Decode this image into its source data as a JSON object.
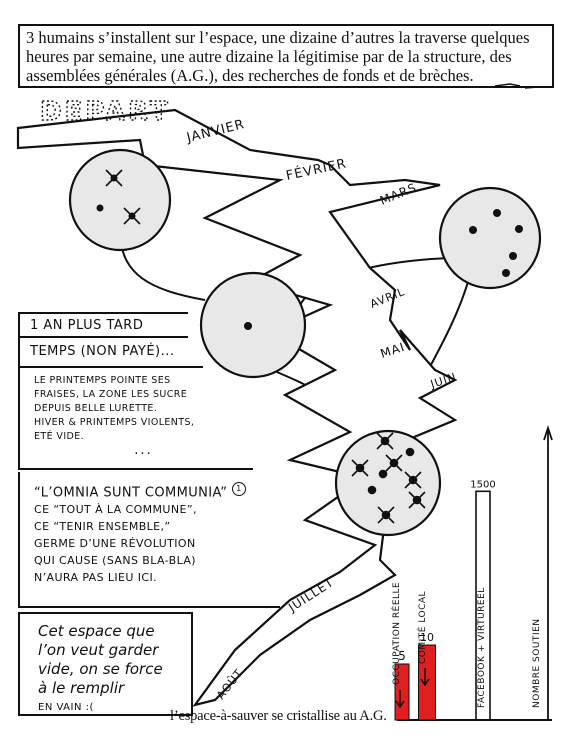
{
  "intro": {
    "line1": "3 humains s’installent sur l’espace, une dizaine d’autres la traverse quelques",
    "line2": "heures par semaine, une autre dizaine la légitimise par de la structure, des",
    "line3": "assemblées générales (A.G.), des recherches de fonds et de brèches."
  },
  "depart": "DEPART",
  "months": [
    "JANVIER",
    "FÉVRIER",
    "MARS",
    "AVRIL",
    "MAI",
    "JUIN",
    "JUILLET",
    "AOÛT"
  ],
  "boxes": {
    "one_year": "1 AN PLUS TARD",
    "time": "TEMPS (NON PAYÉ)...",
    "spring": {
      "line1": "LE PRINTEMPS POINTE SES",
      "line2": "FRAISES, LA ZONE LES SUCRE",
      "line3": "DEPUIS BELLE LURETTE.",
      "line4": "HIVER & PRINTEMPS VIOLENTS,",
      "line5": "ETÉ VIDE.",
      "dots": "..."
    },
    "quote": {
      "line1": "“L’OMNIA SUNT COMMUNIA”",
      "footnote": "1",
      "line2": "CE “TOUT À LA COMMUNE”,",
      "line3": "CE “TENIR ENSEMBLE,”",
      "line4": "GERME D’UNE RÉVOLUTION",
      "line5": "QUI CAUSE (SANS BLA-BLA)",
      "line6": "N’AURA PAS LIEU ICI."
    },
    "vain": {
      "line1": "Cet espace que",
      "line2": "l’on veut garder",
      "line3": "vide, on se force",
      "line4": "à le remplir",
      "line5": "EN VAIN :("
    }
  },
  "chart_data": {
    "type": "bar",
    "categories": [
      "OCCUPATION RÉELLE",
      "COMITÉ LOCAL",
      "FACEBOOK + VIRTURÉEL"
    ],
    "values": [
      5,
      10,
      1500
    ],
    "ylabel": "NOMBRE SOUTIEN",
    "value_labels": [
      "5",
      "10",
      "1500"
    ]
  },
  "footer": "l’espace-à-sauver se cristallise au A.G.",
  "colors": {
    "ink": "#111111",
    "circle_fill": "#e8e8e8",
    "bar_red": "#e02020",
    "paper": "#ffffff"
  }
}
